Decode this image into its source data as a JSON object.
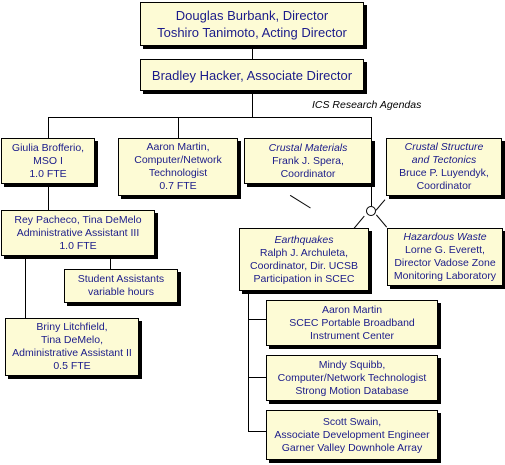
{
  "director": {
    "line1": "Douglas Burbank, Director",
    "line2": "Toshiro Tanimoto, Acting Director"
  },
  "associate_director": "Bradley Hacker, Associate Director",
  "ics_label": "ICS Research Agendas",
  "msoi": {
    "line1": "Giulia Brofferio,",
    "line2": "MSO I",
    "line3": "1.0 FTE"
  },
  "computer_tech": {
    "line1": "Aaron Martin,",
    "line2": "Computer/Network",
    "line3": "Technologist",
    "line4": "0.7 FTE"
  },
  "crustal_materials": {
    "title": "Crustal Materials",
    "line1": "Frank J. Spera,",
    "line2": "Coordinator"
  },
  "crustal_structure": {
    "title1": "Crustal Structure",
    "title2": "and Tectonics",
    "line1": "Bruce P. Luyendyk,",
    "line2": "Coordinator"
  },
  "admin3": {
    "line1": "Rey Pacheco, Tina DeMelo",
    "line2": "Administrative Assistant III",
    "line3": "1.0 FTE"
  },
  "earthquakes": {
    "title": "Earthquakes",
    "line1": "Ralph J. Archuleta,",
    "line2": "Coordinator, Dir. UCSB",
    "line3": "Participation in SCEC"
  },
  "hazardous_waste": {
    "title": "Hazardous Waste",
    "line1": "Lorne G. Everett,",
    "line2": "Director Vadose Zone",
    "line3": "Monitoring Laboratory"
  },
  "students": {
    "line1": "Student Assistants",
    "line2": "variable hours"
  },
  "admin2": {
    "line1": "Briny Litchfield,",
    "line2": "Tina DeMelo,",
    "line3": "Administrative Assistant II",
    "line4": "0.5 FTE"
  },
  "scec_broadband": {
    "line1": "Aaron Martin",
    "line2": "SCEC Portable Broadband",
    "line3": "Instrument Center"
  },
  "strong_motion": {
    "line1": "Mindy Squibb,",
    "line2": "Computer/Network Technologist",
    "line3": "Strong Motion Database"
  },
  "downhole": {
    "line1": "Scott Swain,",
    "line2": "Associate Development Engineer",
    "line3": "Garner Valley Downhole Array"
  }
}
